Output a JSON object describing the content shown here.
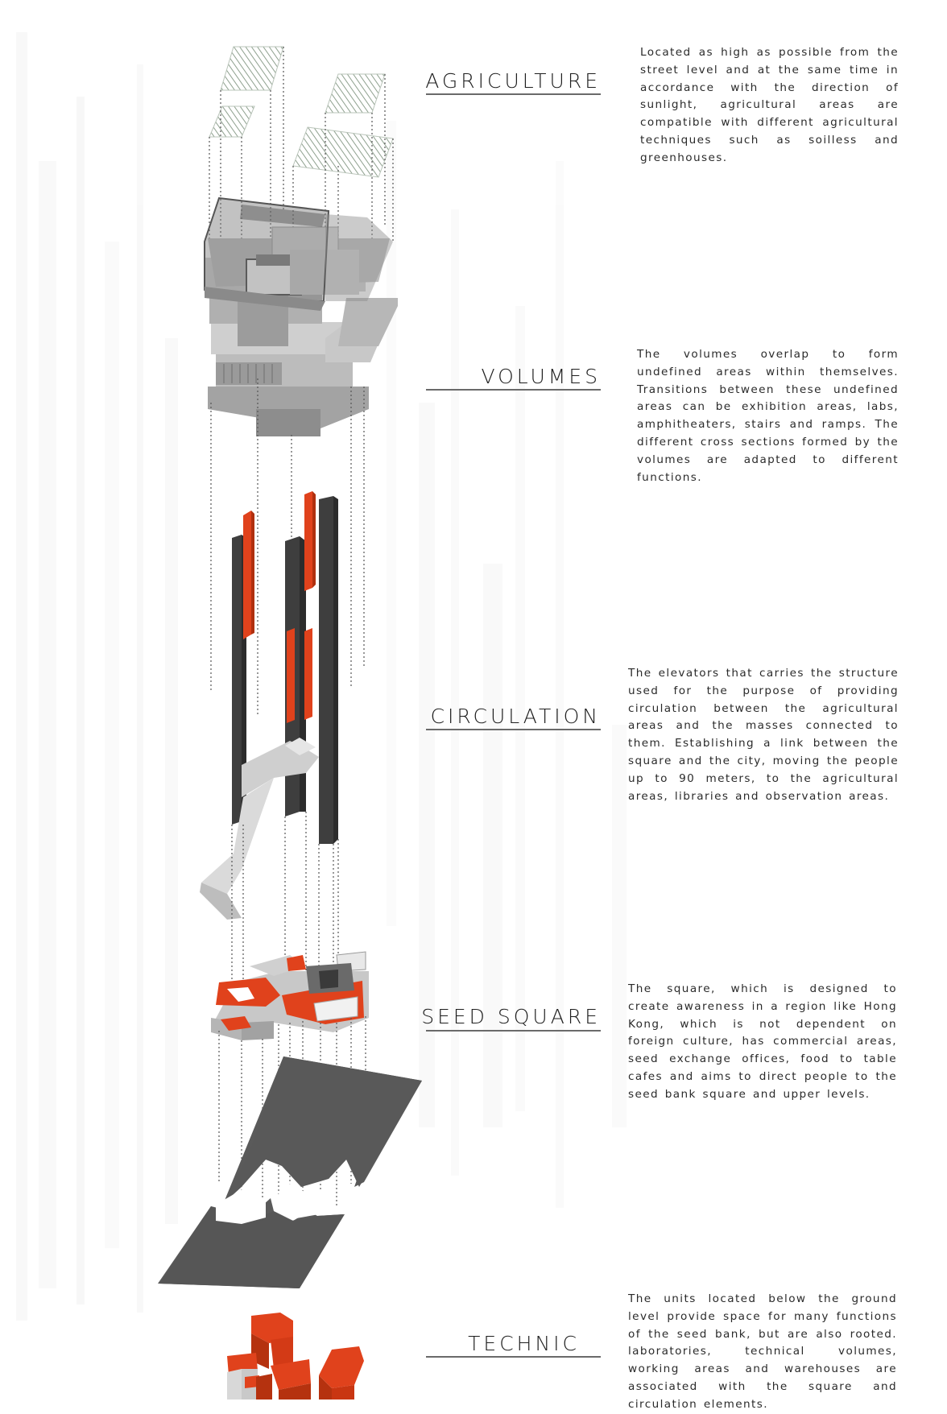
{
  "sections": [
    {
      "id": "agriculture",
      "title": "AGRICULTURE",
      "text": "Located as high as possible from the street level and at the same time in accordance with the direction of sunlight, agricultural areas are compatible with different agricultural techniques such as soilless and greenhouses."
    },
    {
      "id": "volumes",
      "title": "VOLUMES",
      "text": "The volumes overlap to form undefined areas within themselves. Transitions between these undefined areas can be exhibition areas, labs, amphitheaters, stairs and ramps. The different cross sections formed by the volumes are adapted to different functions."
    },
    {
      "id": "circulation",
      "title": "CIRCULATION",
      "text": "The elevators that carries the structure used for the purpose of providing circulation between the agricultural areas and the masses connected to them. Establishing a link between the square and the city, moving the people up to 90 meters, to the agricultural areas, libraries and observation areas."
    },
    {
      "id": "seed-square",
      "title": "SEED SQUARE",
      "text": "The square, which is designed to create awareness in a region like Hong Kong, which is not dependent on foreign culture, has commercial areas, seed exchange offices, food to table cafes and aims to direct people to the seed bank square and upper levels."
    },
    {
      "id": "technic",
      "title": "TECHNIC",
      "text": "The units located below the ground level provide space for many functions of the seed bank, but are also rooted. laboratories, technical volumes, working areas and warehouses are associated with the square and circulation elements."
    }
  ],
  "colors": {
    "accent": "#e0421c",
    "dark": "#444444",
    "light": "#d8d8d8",
    "rule": "#6a6a6a"
  }
}
